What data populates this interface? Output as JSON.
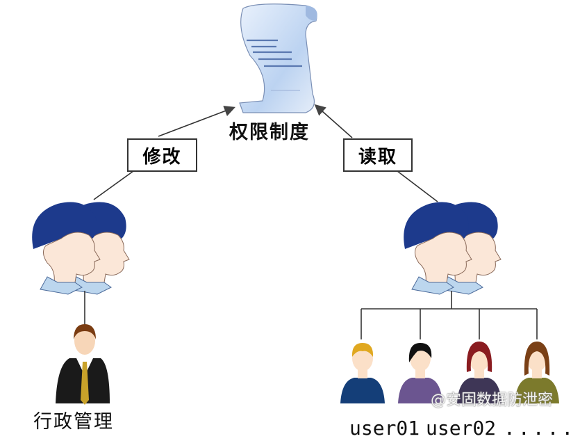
{
  "diagram": {
    "title": "权限制度",
    "edges": {
      "modify_label": "修改",
      "read_label": "读取"
    },
    "left_group": {
      "member_label": "行政管理"
    },
    "right_group": {
      "members": [
        "user01",
        "user02",
        "....."
      ]
    },
    "watermark": "@安固数据防泄密",
    "colors": {
      "hair": "#1d3a8c",
      "skin": "#fbe7d8",
      "scroll": "#c9dcf5",
      "line": "#333333"
    }
  }
}
